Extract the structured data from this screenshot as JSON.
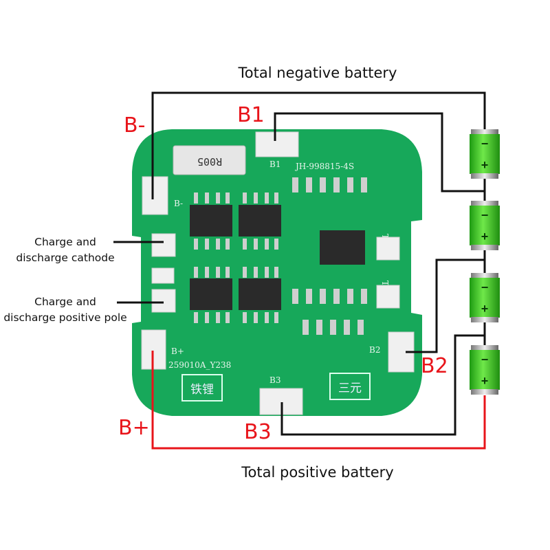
{
  "title_top": "Total negative battery",
  "title_bottom": "Total positive battery",
  "left_labels": {
    "cathode_line1": "Charge and",
    "cathode_line2": "discharge cathode",
    "positive_line1": "Charge and",
    "positive_line2": "discharge positive pole"
  },
  "terminals": {
    "b_minus": "B-",
    "b1": "B1",
    "b2": "B2",
    "b3": "B3",
    "b_plus": "B+"
  },
  "pcb": {
    "resistor": "R005",
    "model": "JH-998815-4S",
    "code": "259010A_Y238",
    "silk_b1": "B1",
    "silk_b2": "B2",
    "silk_b3": "B3",
    "silk_bminus": "B-",
    "silk_bplus": "B+",
    "silk_t1": "T1",
    "silk_t2": "T2",
    "lfp": "铁锂",
    "ternary": "三元"
  },
  "battery": {
    "minus": "−",
    "plus": "+"
  },
  "colors": {
    "pcb": "#17a85a",
    "wire_negative": "#111111",
    "wire_positive": "#e8141a",
    "label_red": "#e8141a",
    "battery": "#3fcf2a"
  }
}
